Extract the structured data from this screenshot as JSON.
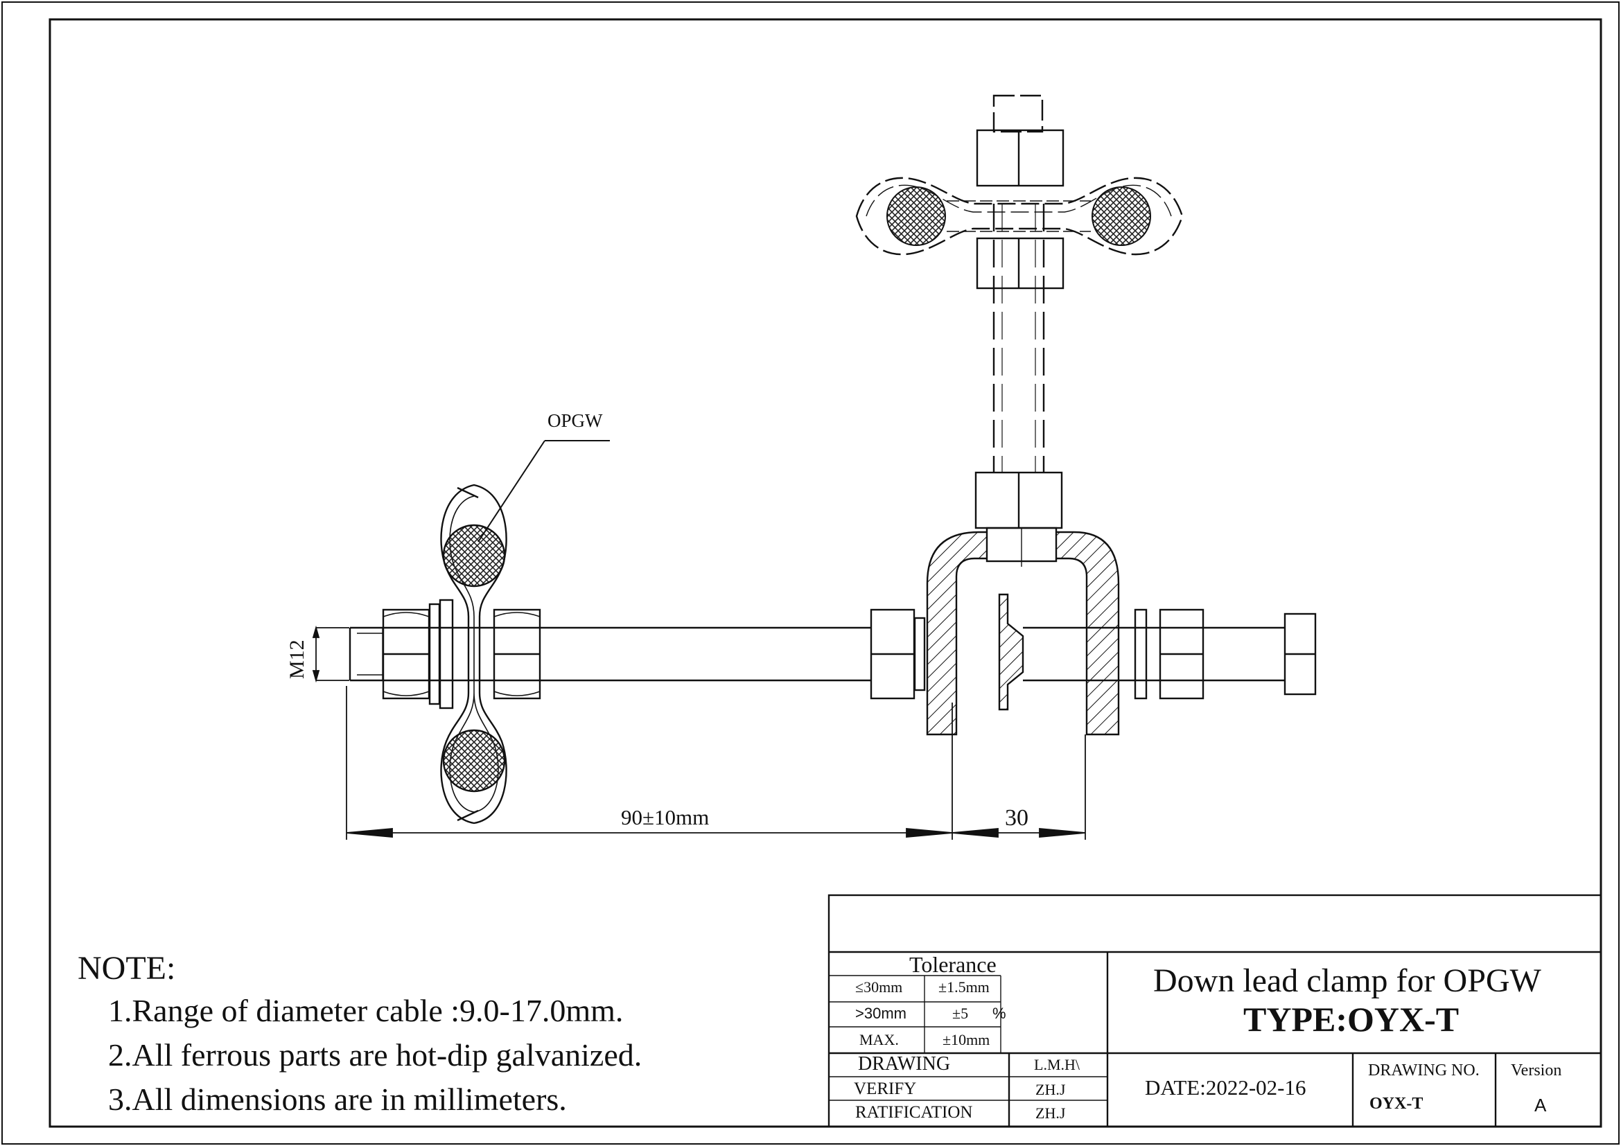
{
  "callout": {
    "label": "OPGW"
  },
  "dimensions": {
    "thread": "M12",
    "length": "90±10mm",
    "width": "30"
  },
  "notes": {
    "heading": "NOTE:",
    "items": [
      "1.Range of diameter cable :9.0-17.0mm.",
      "2.All ferrous parts are hot-dip galvanized.",
      "3.All dimensions are in millimeters."
    ]
  },
  "title_block": {
    "tolerance_title": "Tolerance",
    "tolerance_rows": [
      {
        "range": "≤30mm",
        "value": "±1.5mm"
      },
      {
        "range": ">30mm",
        "value": "±5",
        "unit": "%"
      },
      {
        "range": "MAX.",
        "value": "±10mm"
      }
    ],
    "signoffs": [
      {
        "role": "DRAWING",
        "name": "L.M.H\\"
      },
      {
        "role": "VERIFY",
        "name": "ZH.J"
      },
      {
        "role": "RATIFICATION",
        "name": "ZH.J"
      }
    ],
    "title": "Down lead clamp for OPGW",
    "type": "TYPE:OYX-T",
    "date": "DATE:2022-02-16",
    "drawing_no_label": "DRAWING NO.",
    "drawing_no_value": "OYX-T",
    "version_label": "Version",
    "version_value": "A"
  }
}
